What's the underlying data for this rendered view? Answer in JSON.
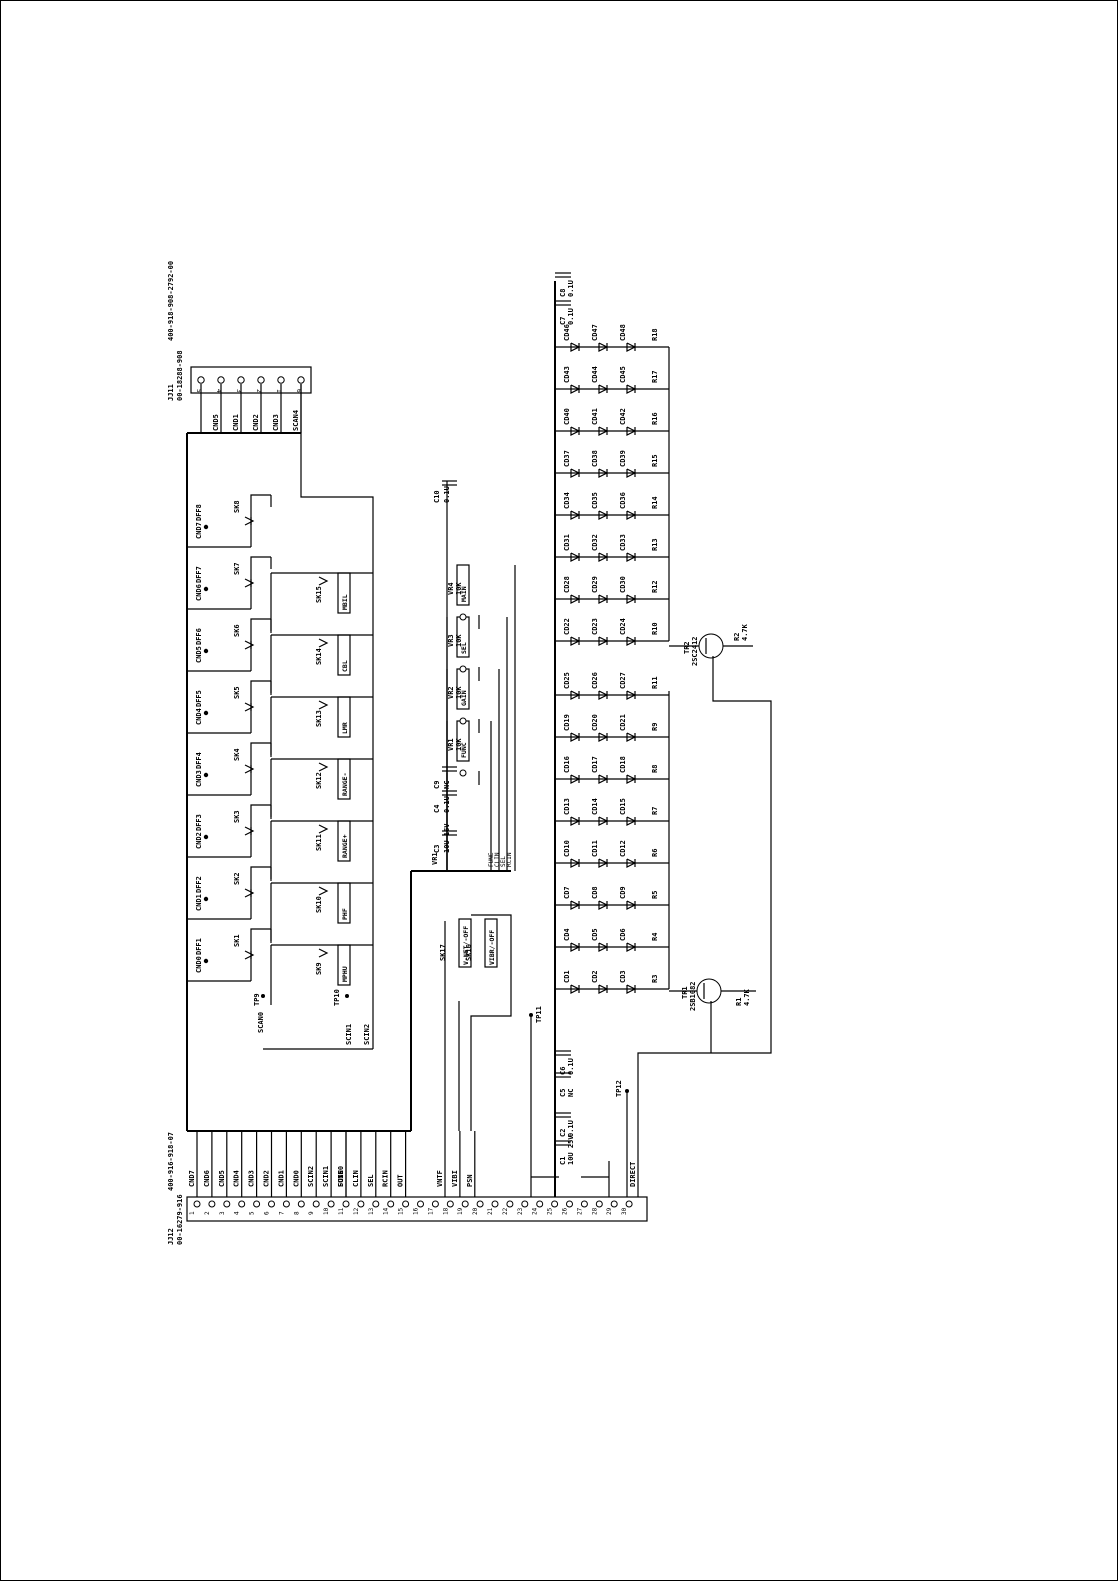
{
  "connectors": {
    "top": {
      "ref": "JJ11",
      "part": "00-18288-908",
      "part_full": "400-918-908-2792-00",
      "pins": [
        "5",
        "4",
        "3",
        "2",
        "1",
        "6"
      ],
      "nets": [
        "CND5",
        "CND1",
        "CND2",
        "CND3",
        "SCAN4"
      ]
    },
    "bottom": {
      "ref": "JJ12",
      "part": "00-16279-916",
      "part_full": "400-916-918-07",
      "pins": [
        "1",
        "2",
        "3",
        "4",
        "5",
        "6",
        "7",
        "8",
        "9",
        "10",
        "11",
        "12",
        "13",
        "14",
        "15",
        "16",
        "17",
        "18",
        "19",
        "20",
        "21",
        "22",
        "23",
        "24",
        "25",
        "26",
        "27",
        "28",
        "29",
        "30"
      ],
      "nets_left": [
        "CND7",
        "CND6",
        "CND5",
        "CND4",
        "CND3",
        "CND2",
        "CND1",
        "CND0",
        "SCIN2",
        "SCIN1",
        "SCIN0"
      ],
      "nets_mid": [
        "FUNE",
        "CLIN",
        "SEL",
        "RCIN",
        "OUT"
      ],
      "nets_right": [
        "VNTF",
        "VIBI",
        "PSN"
      ],
      "nets_far": [
        "DIRECT"
      ]
    }
  },
  "switches": {
    "top_row": [
      {
        "ref": "SK1",
        "net": "CND0",
        "diode": "DFF1"
      },
      {
        "ref": "SK2",
        "net": "CND1",
        "diode": "DFF2"
      },
      {
        "ref": "SK3",
        "net": "CND2",
        "diode": "DFF3"
      },
      {
        "ref": "SK4",
        "net": "CND3",
        "diode": "DFF4"
      },
      {
        "ref": "SK5",
        "net": "CND4",
        "diode": "DFF5"
      },
      {
        "ref": "SK6",
        "net": "CND5",
        "diode": "DFF6"
      },
      {
        "ref": "SK7",
        "net": "CND6",
        "diode": "DFF7"
      },
      {
        "ref": "SK8",
        "net": "CND7",
        "diode": "DFF8"
      }
    ],
    "bottom_row": [
      {
        "ref": "SK9",
        "label": "MPHU"
      },
      {
        "ref": "SK10",
        "label": "PHF"
      },
      {
        "ref": "SK11",
        "label": "RANGE+"
      },
      {
        "ref": "SK12",
        "label": "RANGE-"
      },
      {
        "ref": "SK13",
        "label": "LMR"
      },
      {
        "ref": "SK14",
        "label": "CBL"
      },
      {
        "ref": "SK15",
        "label": "MBIL"
      }
    ]
  },
  "test_points": {
    "tp9": "TP9",
    "tp10": "TP10",
    "tp11": "TP11",
    "tp12": "TP12",
    "scan": [
      "SCAN0",
      "SCIN1",
      "SCIN2"
    ]
  },
  "encoders": [
    {
      "ref": "VR1",
      "label": "10K",
      "name": "FUNC"
    },
    {
      "ref": "VR2",
      "label": "10K",
      "name": "GAIN"
    },
    {
      "ref": "VR3",
      "label": "10K",
      "name": "SEL"
    },
    {
      "ref": "VR4",
      "label": "10K",
      "name": "MAIN"
    }
  ],
  "caps_mid": [
    {
      "ref": "C3",
      "val": "10U 16V"
    },
    {
      "ref": "C4",
      "val": "0.1U"
    },
    {
      "ref": "C9",
      "val": "NC"
    },
    {
      "ref": "C10",
      "val": "0.1U"
    }
  ],
  "bus_labels": [
    "FUNE",
    "CLIN",
    "SEL",
    "RCIN"
  ],
  "vr_net": "VR1",
  "sw_mode": [
    {
      "ref": "SK17",
      "label": "V-NET/-OFF"
    },
    {
      "ref": "SK16",
      "label": "VIBR/-OFF"
    }
  ],
  "diode_matrix": {
    "cols_left": [
      [
        "CD1",
        "CD2",
        "CD3"
      ],
      [
        "CD4",
        "CD5",
        "CD6"
      ],
      [
        "CD7",
        "CD8",
        "CD9"
      ],
      [
        "CD10",
        "CD11",
        "CD12"
      ],
      [
        "CD13",
        "CD14",
        "CD15"
      ],
      [
        "CD16",
        "CD17",
        "CD18"
      ],
      [
        "CD19",
        "CD20",
        "CD21"
      ],
      [
        "CD25",
        "CD26",
        "CD27"
      ]
    ],
    "cols_right": [
      [
        "CD22",
        "CD23",
        "CD24"
      ],
      [
        "CD28",
        "CD29",
        "CD30"
      ],
      [
        "CD31",
        "CD32",
        "CD33"
      ],
      [
        "CD34",
        "CD35",
        "CD36"
      ],
      [
        "CD37",
        "CD38",
        "CD39"
      ],
      [
        "CD40",
        "CD41",
        "CD42"
      ],
      [
        "CD43",
        "CD44",
        "CD45"
      ],
      [
        "CD46",
        "CD47",
        "CD48"
      ]
    ],
    "resistors_left": [
      "R3",
      "R4",
      "R5",
      "R6",
      "R7",
      "R8",
      "R9",
      "R11"
    ],
    "resistors_right": [
      "R10",
      "R12",
      "R13",
      "R14",
      "R15",
      "R16",
      "R17",
      "R18"
    ]
  },
  "transistors": [
    {
      "ref": "TR1",
      "part": "2SB1082"
    },
    {
      "ref": "TR2",
      "part": "2SC2412"
    }
  ],
  "power_caps": [
    {
      "ref": "C1",
      "val": "10U 25V"
    },
    {
      "ref": "C2",
      "val": "0.1U"
    },
    {
      "ref": "C5",
      "val": "NC"
    },
    {
      "ref": "C6",
      "val": "0.1U"
    },
    {
      "ref": "C7",
      "val": "0.1U"
    },
    {
      "ref": "C8",
      "val": "0.1U"
    }
  ],
  "base_resistors": [
    {
      "ref": "R1",
      "val": "4.7K"
    },
    {
      "ref": "R2",
      "val": "4.7K"
    }
  ]
}
